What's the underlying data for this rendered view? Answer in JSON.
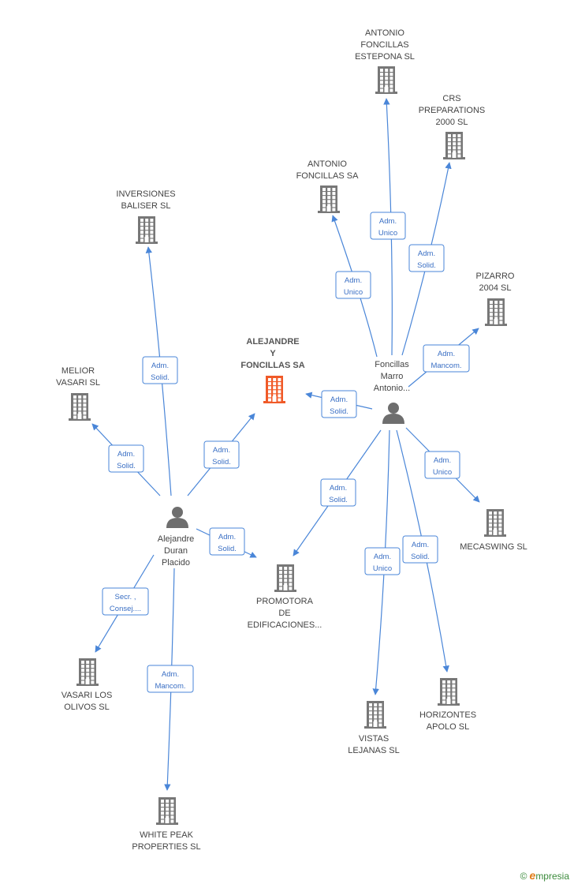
{
  "colors": {
    "edge": "#4a86d8",
    "company": "#777777",
    "focus_company": "#f05a28",
    "person": "#6e6e6e"
  },
  "companies": [
    {
      "id": "c-focus",
      "lines": [
        "ALEJANDRE",
        "Y",
        "FONCILLAS SA"
      ],
      "focus": true,
      "icon": "building-icon"
    },
    {
      "id": "c-estepona",
      "lines": [
        "ANTONIO",
        "FONCILLAS",
        "ESTEPONA SL"
      ],
      "icon": "building-icon"
    },
    {
      "id": "c-crs",
      "lines": [
        "CRS",
        "PREPARATIONS",
        "2000 SL"
      ],
      "icon": "building-icon"
    },
    {
      "id": "c-antonio-sa",
      "lines": [
        "ANTONIO",
        "FONCILLAS SA"
      ],
      "icon": "building-icon"
    },
    {
      "id": "c-inversiones",
      "lines": [
        "INVERSIONES",
        "BALISER SL"
      ],
      "icon": "building-icon"
    },
    {
      "id": "c-pizarro",
      "lines": [
        "PIZARRO",
        "2004 SL"
      ],
      "icon": "building-icon"
    },
    {
      "id": "c-melior",
      "lines": [
        "MELIOR",
        "VASARI SL"
      ],
      "icon": "building-icon"
    },
    {
      "id": "c-mecaswing",
      "lines": [
        "MECASWING SL"
      ],
      "icon": "building-icon"
    },
    {
      "id": "c-promotora",
      "lines": [
        "PROMOTORA",
        "DE",
        "EDIFICACIONES..."
      ],
      "icon": "building-icon"
    },
    {
      "id": "c-vasari-olivos",
      "lines": [
        "VASARI LOS",
        "OLIVOS  SL"
      ],
      "icon": "building-icon"
    },
    {
      "id": "c-horizontes",
      "lines": [
        "HORIZONTES",
        "APOLO SL"
      ],
      "icon": "building-icon"
    },
    {
      "id": "c-vistas",
      "lines": [
        "VISTAS",
        "LEJANAS SL"
      ],
      "icon": "building-icon"
    },
    {
      "id": "c-white-peak",
      "lines": [
        "WHITE PEAK",
        "PROPERTIES  SL"
      ],
      "icon": "building-icon"
    }
  ],
  "persons": [
    {
      "id": "p-foncillas",
      "lines": [
        "Foncillas",
        "Marro",
        "Antonio..."
      ],
      "icon": "person-icon"
    },
    {
      "id": "p-alejandre",
      "lines": [
        "Alejandre",
        "Duran",
        "Placido"
      ],
      "icon": "person-icon"
    }
  ],
  "edges": [
    {
      "id": "e1",
      "from": "p-foncillas",
      "to": "c-estepona",
      "label": [
        "Adm.",
        "Unico"
      ]
    },
    {
      "id": "e2",
      "from": "p-foncillas",
      "to": "c-crs",
      "label": [
        "Adm.",
        "Solid."
      ]
    },
    {
      "id": "e3",
      "from": "p-foncillas",
      "to": "c-antonio-sa",
      "label": [
        "Adm.",
        "Unico"
      ]
    },
    {
      "id": "e4",
      "from": "p-foncillas",
      "to": "c-pizarro",
      "label": [
        "Adm.",
        "Mancom."
      ]
    },
    {
      "id": "e5",
      "from": "p-foncillas",
      "to": "c-focus",
      "label": [
        "Adm.",
        "Solid."
      ]
    },
    {
      "id": "e6",
      "from": "p-foncillas",
      "to": "c-mecaswing",
      "label": [
        "Adm.",
        "Unico"
      ]
    },
    {
      "id": "e7",
      "from": "p-foncillas",
      "to": "c-promotora",
      "label": [
        "Adm.",
        "Solid."
      ]
    },
    {
      "id": "e8",
      "from": "p-foncillas",
      "to": "c-horizontes",
      "label": [
        "Adm.",
        "Solid."
      ]
    },
    {
      "id": "e9",
      "from": "p-foncillas",
      "to": "c-vistas",
      "label": [
        "Adm.",
        "Unico"
      ]
    },
    {
      "id": "e10",
      "from": "p-alejandre",
      "to": "c-inversiones",
      "label": [
        "Adm.",
        "Solid."
      ]
    },
    {
      "id": "e11",
      "from": "p-alejandre",
      "to": "c-melior",
      "label": [
        "Adm.",
        "Solid."
      ]
    },
    {
      "id": "e12",
      "from": "p-alejandre",
      "to": "c-focus",
      "label": [
        "Adm.",
        "Solid."
      ]
    },
    {
      "id": "e13",
      "from": "p-alejandre",
      "to": "c-promotora",
      "label": [
        "Adm.",
        "Solid."
      ]
    },
    {
      "id": "e14",
      "from": "p-alejandre",
      "to": "c-vasari-olivos",
      "label": [
        "Secr. ,",
        "Consej...."
      ]
    },
    {
      "id": "e15",
      "from": "p-alejandre",
      "to": "c-white-peak",
      "label": [
        "Adm.",
        "Mancom."
      ]
    }
  ],
  "watermark": {
    "copyright": "©",
    "brand_initial": "e",
    "brand_rest": "mpresia"
  }
}
